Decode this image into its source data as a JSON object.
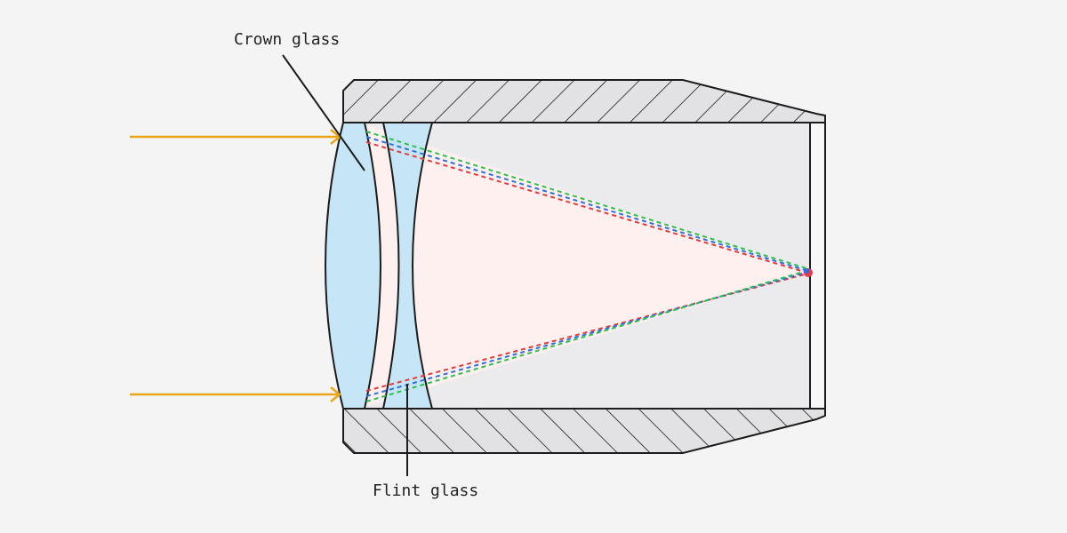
{
  "labels": {
    "crown_glass": "Crown glass",
    "flint_glass": "Flint glass"
  },
  "colors": {
    "background": "#f4f4f4",
    "housing_fill": "#e2e2e4",
    "outline": "#1c1c1c",
    "interior": "#ebebed",
    "lens_glass": "#c6e6f7",
    "light_cone": "#fff0f0",
    "incoming_ray": "#e8a617",
    "ray_red": "#e23b3b",
    "ray_blue": "#2f6fe0",
    "ray_green": "#2fbf4f",
    "focal_dot": "#e33b4b"
  },
  "icons": {
    "focal_point": "focal-point-dot",
    "arrow": "arrowhead"
  }
}
